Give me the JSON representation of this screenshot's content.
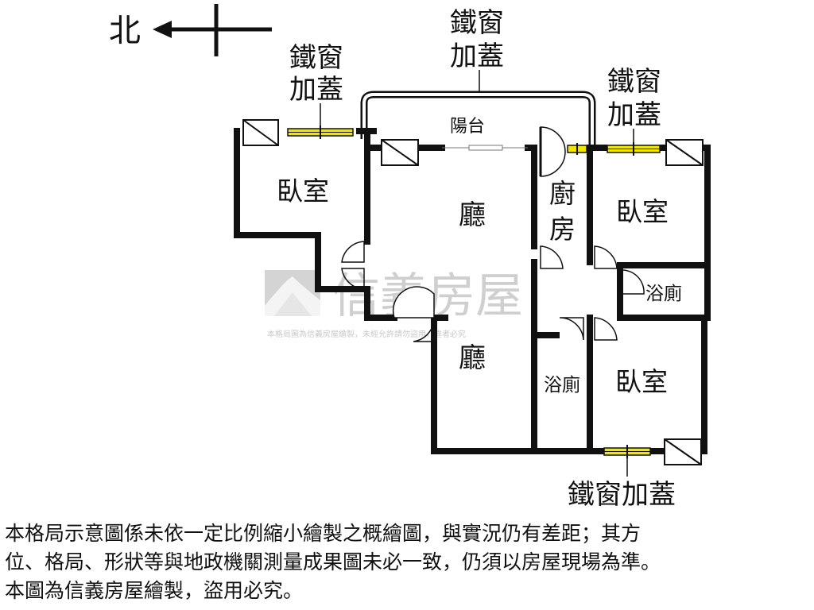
{
  "compass": {
    "north_label": "北"
  },
  "iron_window_label": "鐵窗加蓋",
  "iron_window_line1": "鐵窗",
  "iron_window_line2": "加蓋",
  "rooms": {
    "balcony": "陽台",
    "bedroom_nw": "臥室",
    "living_upper": "廳",
    "kitchen_line1": "廚",
    "kitchen_line2": "房",
    "bedroom_ne": "臥室",
    "bathroom_e": "浴廁",
    "living_lower": "廳",
    "bathroom_s": "浴廁",
    "bedroom_se": "臥室"
  },
  "watermark": {
    "brand": "信義房屋",
    "notice": "本格局圖為信義房屋繪製，未經允許請勿盜用，違者必究"
  },
  "disclaimer": {
    "line1": "本格局示意圖係未依一定比例縮小繪製之概繪圖，與實況仍有差距；其方",
    "line2": "位、格局、形狀等與地政機關測量成果圖未必一致，仍須以房屋現場為準。",
    "line3": "本圖為信義房屋繪製，盜用必究。"
  },
  "colors": {
    "wall": "#111111",
    "iron_window_fill": "#f2e600",
    "watermark": "#cfcfcf"
  }
}
